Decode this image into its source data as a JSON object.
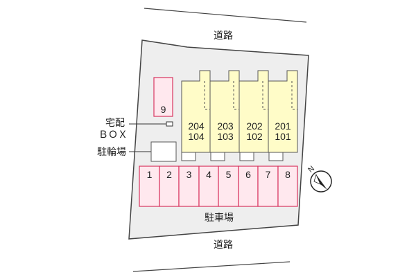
{
  "map": {
    "road_top": "道路",
    "road_bottom": "道路",
    "delivery_box_line1": "宅配",
    "delivery_box_line2": "ＢＯＸ",
    "bicycle_parking": "駐輪場",
    "parking_lot": "駐車場",
    "parking_spaces": [
      "1",
      "2",
      "3",
      "4",
      "5",
      "6",
      "7",
      "8"
    ],
    "parking_space_9": "9",
    "units_upper": [
      "204",
      "203",
      "202",
      "201"
    ],
    "units_lower": [
      "104",
      "103",
      "102",
      "101"
    ],
    "north_symbol": "N"
  },
  "colors": {
    "site": "#eeeeee",
    "building": "#fffcc8",
    "parking": "#ffe8ee",
    "parking_stroke": "#d8345f",
    "outline": "#555555"
  }
}
